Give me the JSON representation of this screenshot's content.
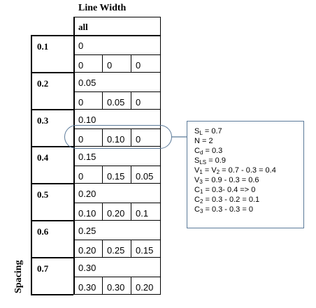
{
  "header": {
    "line_width": "Line Width",
    "all": "all"
  },
  "axis": {
    "spacing": "Spacing"
  },
  "rows": [
    {
      "spacing": "0.1",
      "all": "0",
      "cells": [
        "0",
        "0",
        "0"
      ]
    },
    {
      "spacing": "0.2",
      "all": "0.05",
      "cells": [
        "0",
        "0.05",
        "0"
      ]
    },
    {
      "spacing": "0.3",
      "all": "0.10",
      "cells": [
        "0",
        "0.10",
        "0"
      ]
    },
    {
      "spacing": "0.4",
      "all": "0.15",
      "cells": [
        "0",
        "0.15",
        "0.05"
      ]
    },
    {
      "spacing": "0.5",
      "all": "0.20",
      "cells": [
        "0.10",
        "0.20",
        "0.1"
      ]
    },
    {
      "spacing": "0.6",
      "all": "0.25",
      "cells": [
        "0.20",
        "0.25",
        "0.15"
      ]
    },
    {
      "spacing": "0.7",
      "all": "0.30",
      "cells": [
        "0.30",
        "0.30",
        "0.20"
      ]
    }
  ],
  "annotation": {
    "lines": [
      {
        "pre": "S",
        "sub": "L",
        "post": " = 0.7"
      },
      {
        "pre": "N = 2",
        "sub": "",
        "post": ""
      },
      {
        "pre": "C",
        "sub": "d",
        "post": " = 0.3"
      },
      {
        "pre": "S",
        "sub": "LS",
        "post": " = 0.9"
      },
      {
        "pre": "V",
        "sub": "1",
        "post": " = V",
        "sub2": "2",
        "post2": " = 0.7 - 0.3 = 0.4"
      },
      {
        "pre": "V",
        "sub": "3",
        "post": " = 0.9 - 0.3 = 0.6"
      },
      {
        "pre": "C",
        "sub": "1",
        "post": " = 0.3- 0.4 => 0"
      },
      {
        "pre": "C",
        "sub": "2",
        "post": " = 0.3 - 0.2 = 0.1"
      },
      {
        "pre": "C",
        "sub": "3",
        "post": " = 0.3 - 0.3 = 0"
      }
    ]
  },
  "colors": {
    "highlight": "#5b7a99",
    "grid": "#000000"
  }
}
